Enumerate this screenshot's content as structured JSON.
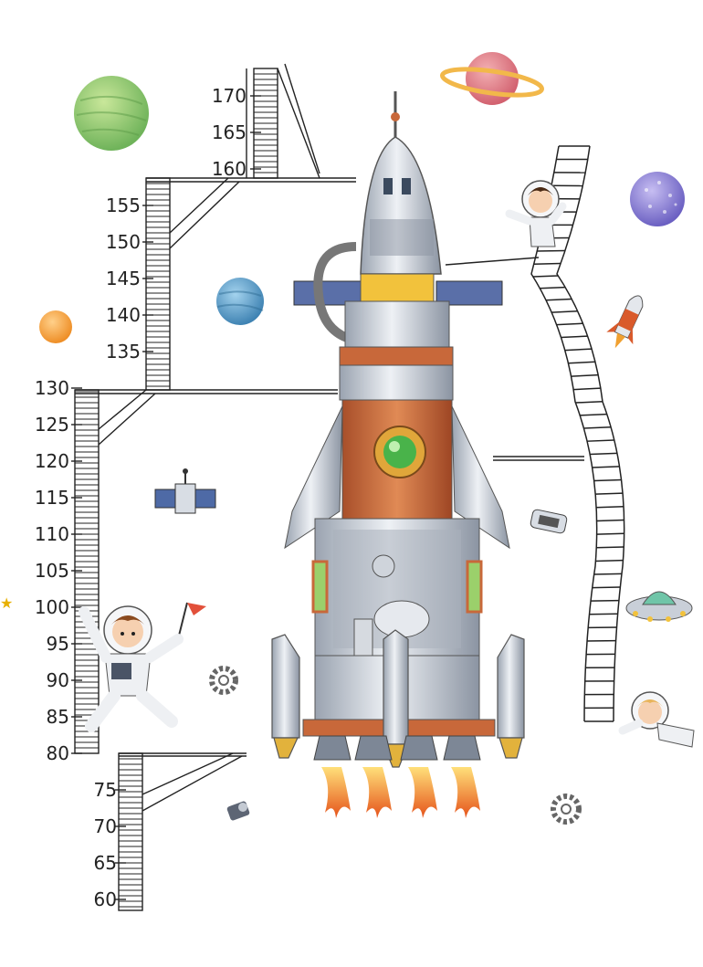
{
  "height_chart": {
    "ticks": [
      {
        "label": "170",
        "column": 3
      },
      {
        "label": "165",
        "column": 3
      },
      {
        "label": "160",
        "column": 3
      },
      {
        "label": "155",
        "column": 2
      },
      {
        "label": "150",
        "column": 2
      },
      {
        "label": "145",
        "column": 2
      },
      {
        "label": "140",
        "column": 2
      },
      {
        "label": "135",
        "column": 2
      },
      {
        "label": "130",
        "column": 1
      },
      {
        "label": "125",
        "column": 1
      },
      {
        "label": "120",
        "column": 1
      },
      {
        "label": "115",
        "column": 1
      },
      {
        "label": "110",
        "column": 1
      },
      {
        "label": "105",
        "column": 1
      },
      {
        "label": "100",
        "column": 1
      },
      {
        "label": "95",
        "column": 1
      },
      {
        "label": "90",
        "column": 1
      },
      {
        "label": "85",
        "column": 1
      },
      {
        "label": "80",
        "column": 1
      },
      {
        "label": "75",
        "column": 0
      },
      {
        "label": "70",
        "column": 0
      },
      {
        "label": "65",
        "column": 0
      },
      {
        "label": "60",
        "column": 0
      }
    ],
    "marked_value": "100"
  },
  "illustrations": {
    "planets": [
      "green-planet",
      "pink-ringed-planet",
      "blue-planet",
      "orange-planet",
      "purple-planet"
    ],
    "figures": [
      "astronaut-with-flag",
      "astronaut-on-ladder",
      "astronaut-floating"
    ],
    "objects": [
      "rocket",
      "satellite",
      "small-rocket",
      "ufo",
      "gear",
      "rope-ladder",
      "star"
    ]
  },
  "colors": {
    "rocket_orange": "#c8683a",
    "rocket_silver": "#c7cdd6",
    "flame": "#f08a1c",
    "planet_green": "#8fc86a",
    "planet_pink": "#e07b86",
    "planet_blue": "#5b9bc4",
    "planet_purple": "#8a7fd0",
    "planet_orange": "#f2a244",
    "ink": "#222222"
  }
}
